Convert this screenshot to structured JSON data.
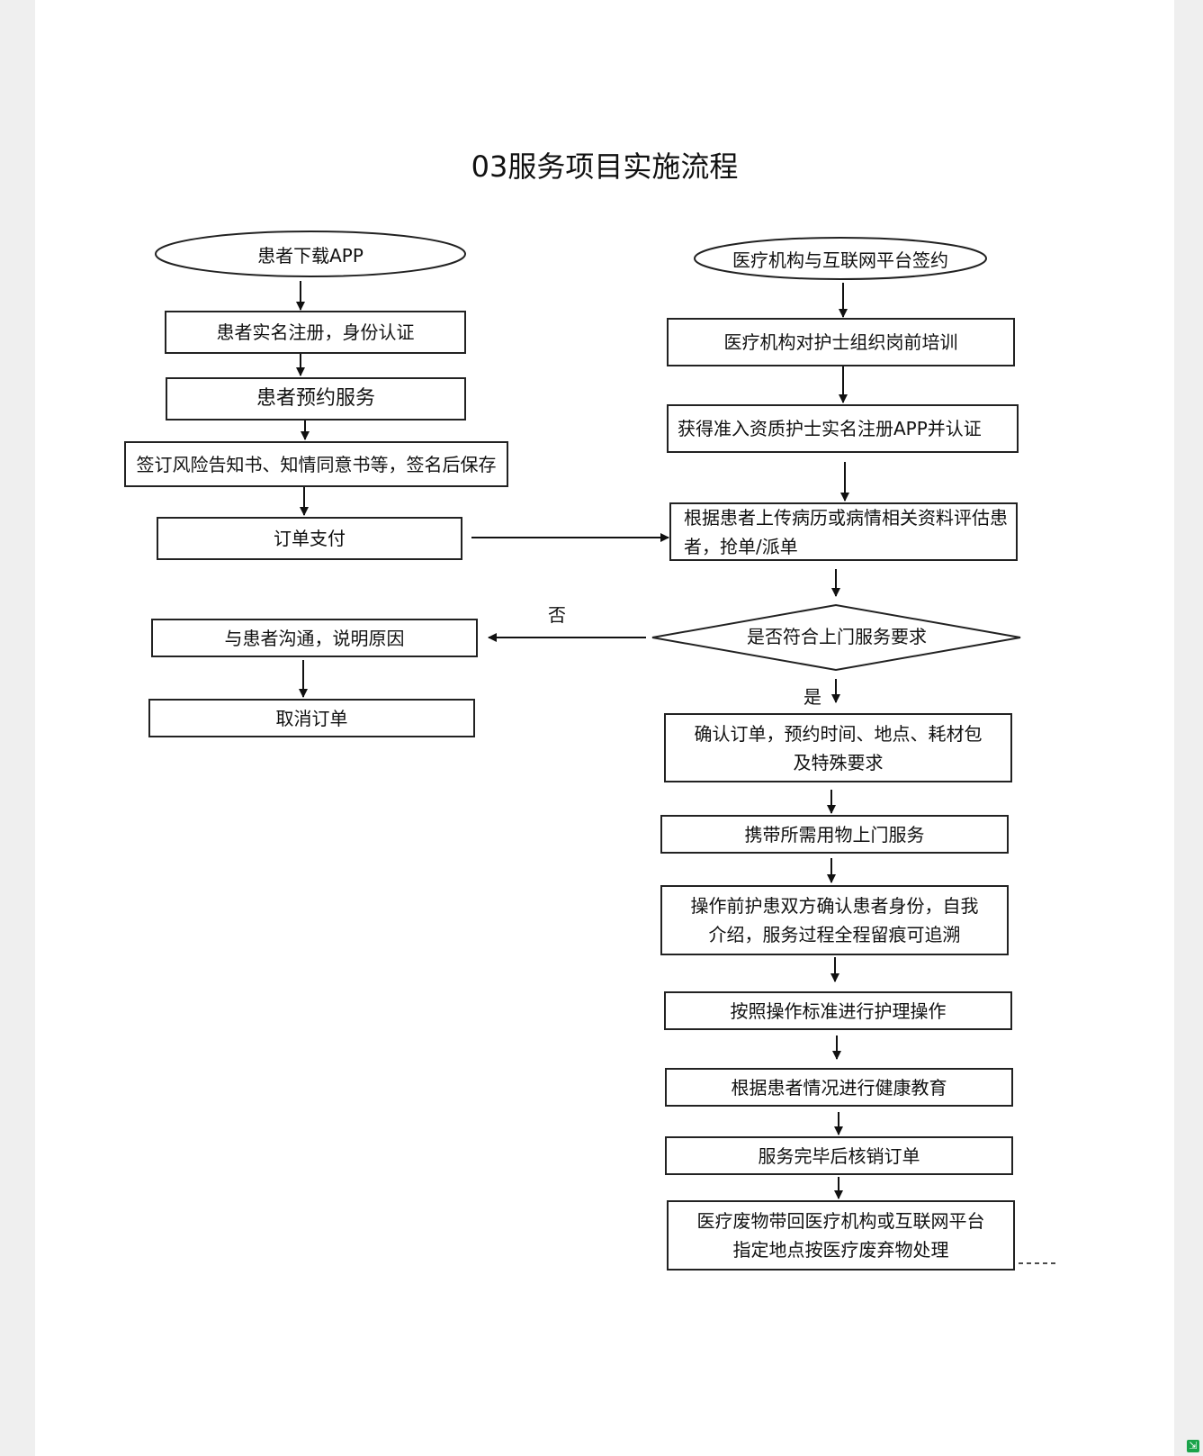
{
  "title": "03服务项目实施流程",
  "left": {
    "start": "患者下载APP",
    "steps": [
      "患者实名注册，身份认证",
      "患者预约服务",
      "签订风险告知书、知情同意书等，签名后保存",
      "订单支付"
    ],
    "no_branch": [
      "与患者沟通，说明原因",
      "取消订单"
    ]
  },
  "right": {
    "start": "医疗机构与互联网平台签约",
    "steps": [
      "医疗机构对护士组织岗前培训",
      "获得准入资质护士实名注册APP并认证",
      "根据患者上传病历或病情相关资料评估患者，抢单/派单"
    ],
    "decision": "是否符合上门服务要求",
    "yes_label": "是",
    "no_label": "否",
    "after_yes": [
      "确认订单，预约时间、地点、耗材包及特殊要求",
      "携带所需用物上门服务",
      "操作前护患双方确认患者身份，自我介绍，服务过程全程留痕可追溯",
      "按照操作标准进行护理操作",
      "根据患者情况进行健康教育",
      "服务完毕后核销订单",
      "医疗废物带回医疗机构或互联网平台指定地点按医疗废弃物处理"
    ]
  }
}
